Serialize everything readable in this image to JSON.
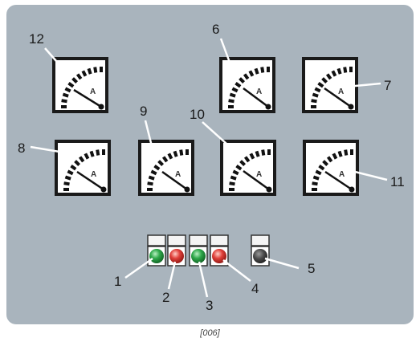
{
  "panel": {
    "meters": [
      {
        "label": "12",
        "unit": "A"
      },
      {
        "label": "6",
        "unit": "A"
      },
      {
        "label": "7",
        "unit": "A"
      },
      {
        "label": "8",
        "unit": "A"
      },
      {
        "label": "9",
        "unit": "A"
      },
      {
        "label": "10",
        "unit": "A"
      },
      {
        "label": "11",
        "unit": "A"
      }
    ],
    "indicators": [
      {
        "label": "1",
        "color": "#2fa84a"
      },
      {
        "label": "2",
        "color": "#e0403a"
      },
      {
        "label": "3",
        "color": "#2fa84a"
      },
      {
        "label": "4",
        "color": "#e0403a"
      },
      {
        "label": "5",
        "color": "#4a4a4a"
      }
    ]
  },
  "caption": "[006]"
}
